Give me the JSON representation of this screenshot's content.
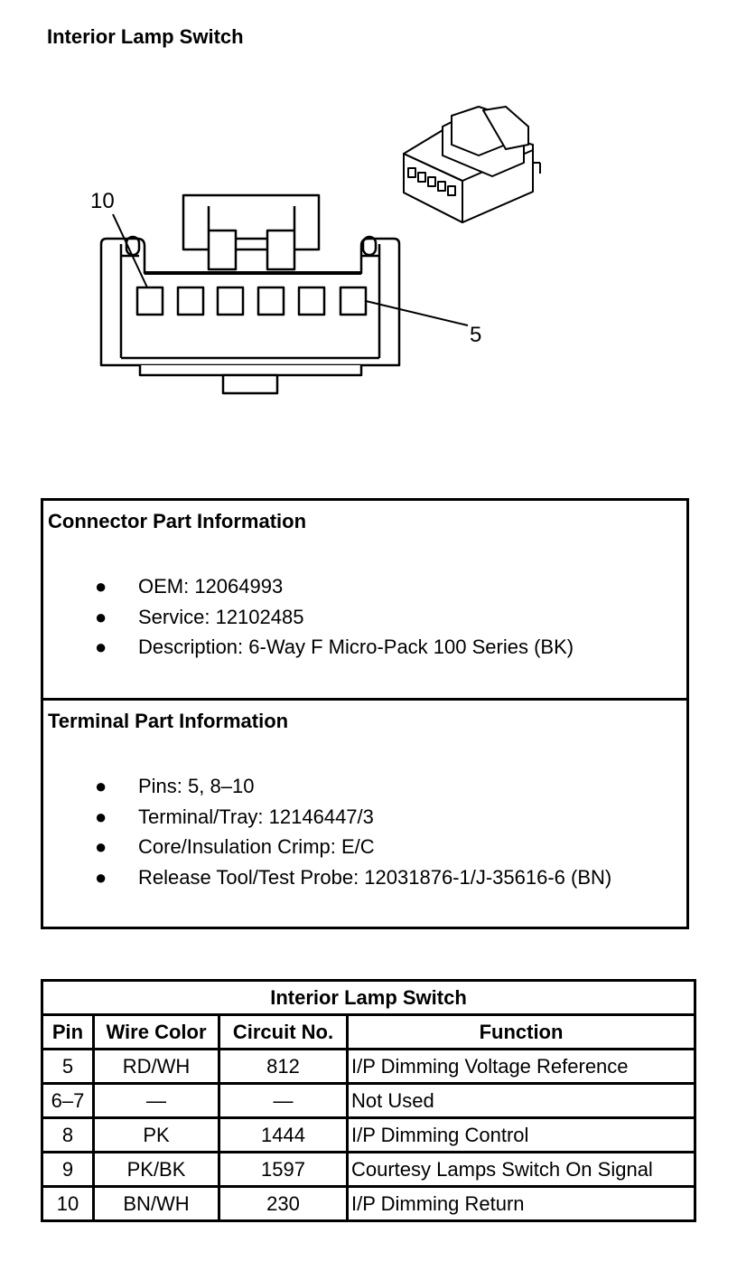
{
  "page": {
    "title": "Interior Lamp Switch"
  },
  "diagram": {
    "pin_label_left": "10",
    "pin_label_right": "5"
  },
  "connector_info": {
    "heading": "Connector Part Information",
    "items": [
      "OEM: 12064993",
      "Service: 12102485",
      "Description: 6-Way F Micro-Pack 100 Series (BK)"
    ]
  },
  "terminal_info": {
    "heading": "Terminal Part Information",
    "items": [
      "Pins: 5, 8–10",
      "Terminal/Tray: 12146447/3",
      "Core/Insulation Crimp: E/C",
      "Release Tool/Test Probe: 12031876-1/J-35616-6 (BN)"
    ]
  },
  "pin_table": {
    "title": "Interior Lamp Switch",
    "headers": [
      "Pin",
      "Wire Color",
      "Circuit No.",
      "Function"
    ],
    "rows": [
      [
        "5",
        "RD/WH",
        "812",
        "I/P Dimming Voltage Reference"
      ],
      [
        "6–7",
        "—",
        "—",
        "Not Used"
      ],
      [
        "8",
        "PK",
        "1444",
        "I/P Dimming Control"
      ],
      [
        "9",
        "PK/BK",
        "1597",
        "Courtesy Lamps Switch On Signal"
      ],
      [
        "10",
        "BN/WH",
        "230",
        "I/P Dimming Return"
      ]
    ]
  }
}
